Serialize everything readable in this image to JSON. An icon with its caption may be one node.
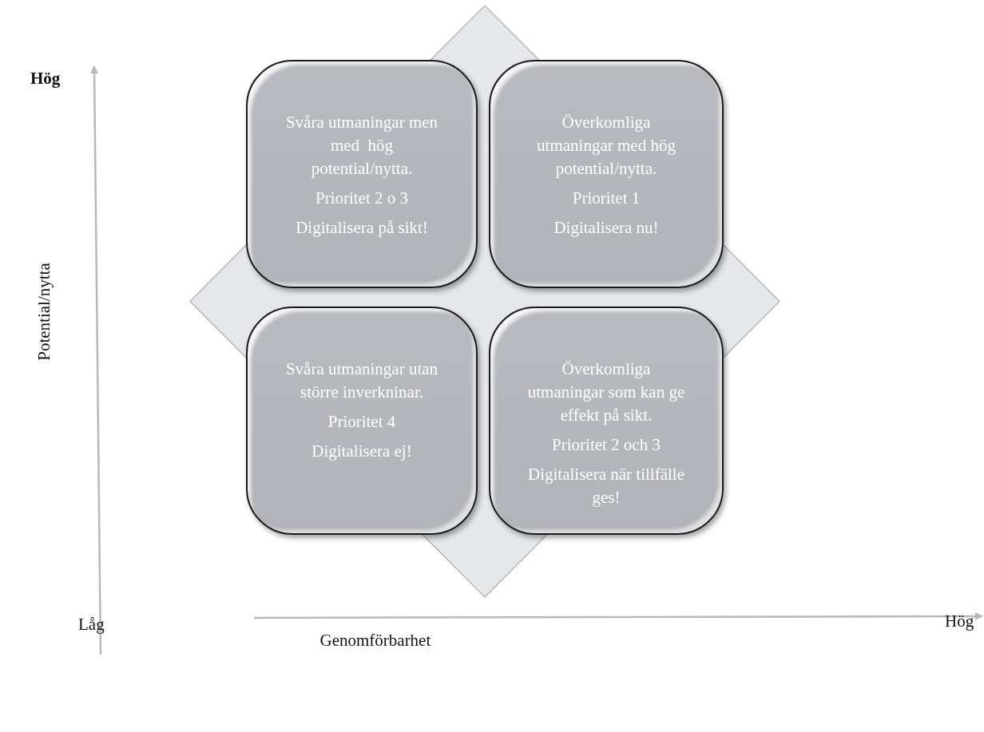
{
  "diagram": {
    "nodes": [
      {
        "text": [],
        "shape": "diamond"
      },
      {
        "text": [
          "Svåra utmaningar men med  hög potential/nytta.",
          "Prioritet 2 o 3",
          "Digitalisera på sikt!"
        ],
        "in": 0
      },
      {
        "text": [
          "Överkomliga utmaningar med hög potential/nytta.",
          "Prioritet 1",
          "Digitalisera nu!"
        ],
        "in": 0
      },
      {
        "text": [
          "Svåra utmaningar utan större inverkninar.",
          "Prioritet 4",
          "Digitalisera ej!"
        ],
        "in": 0
      },
      {
        "text": [
          "Överkomliga utmaningar som kan ge effekt på sikt.",
          "Prioritet 2 och 3",
          "Digitalisera när tillfälle ges!"
        ],
        "in": 0
      }
    ],
    "labels": [
      "Hög",
      "Potential/nytta",
      "Låg",
      "Genomförbarhet",
      "Hög"
    ]
  }
}
